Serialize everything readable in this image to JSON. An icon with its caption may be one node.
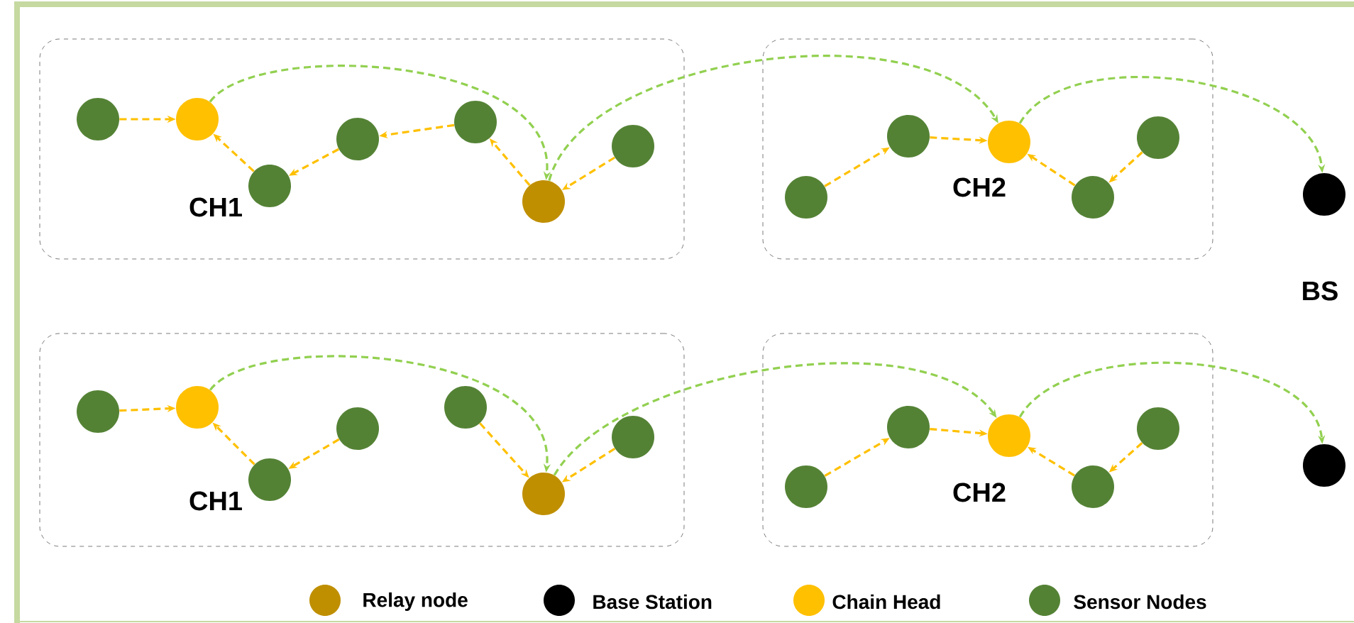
{
  "diagram": {
    "nodes": [
      {
        "text": [],
        "shape": "box"
      },
      {
        "text": [],
        "shape": "circle",
        "in": 0
      },
      {
        "text": [],
        "shape": "circle",
        "in": 0
      },
      {
        "text": [],
        "shape": "circle",
        "in": 0
      },
      {
        "text": [],
        "shape": "circle",
        "in": 0
      },
      {
        "text": [],
        "shape": "circle",
        "in": 0
      },
      {
        "text": [],
        "shape": "circle",
        "in": 0
      },
      {
        "text": [],
        "shape": "circle",
        "in": 0
      },
      {
        "text": [],
        "shape": "box"
      },
      {
        "text": [],
        "shape": "circle",
        "in": 8
      },
      {
        "text": [],
        "shape": "circle",
        "in": 8
      },
      {
        "text": [],
        "shape": "circle",
        "in": 8,
        "beside": [
          "CH2"
        ]
      },
      {
        "text": [],
        "shape": "circle",
        "in": 8
      },
      {
        "text": [],
        "shape": "circle",
        "in": 8
      },
      {
        "text": [],
        "shape": "circle",
        "beside": [
          "BS"
        ]
      },
      {
        "text": [],
        "shape": "box"
      },
      {
        "text": [],
        "shape": "circle",
        "in": 15
      },
      {
        "text": [],
        "shape": "circle",
        "in": 15
      },
      {
        "text": [],
        "shape": "circle",
        "in": 15
      },
      {
        "text": [],
        "shape": "circle",
        "in": 15
      },
      {
        "text": [],
        "shape": "circle",
        "in": 15
      },
      {
        "text": [],
        "shape": "circle",
        "in": 15
      },
      {
        "text": [],
        "shape": "circle",
        "in": 15
      },
      {
        "text": [],
        "shape": "box"
      },
      {
        "text": [],
        "shape": "circle",
        "in": 23
      },
      {
        "text": [],
        "shape": "circle",
        "in": 23
      },
      {
        "text": [],
        "shape": "circle",
        "in": 23,
        "beside": [
          "CH2"
        ]
      },
      {
        "text": [],
        "shape": "circle",
        "in": 23
      },
      {
        "text": [],
        "shape": "circle",
        "in": 23
      },
      {
        "text": [],
        "shape": "circle"
      }
    ],
    "edges": [
      {
        "from": 1,
        "to": 2,
        "arrow": "to",
        "style": "dashed"
      },
      {
        "from": 3,
        "to": 2,
        "arrow": "to",
        "style": "dashed"
      },
      {
        "from": 4,
        "to": 3,
        "arrow": "to",
        "style": "dashed"
      },
      {
        "from": 5,
        "to": 4,
        "arrow": "to",
        "style": "dashed"
      },
      {
        "from": 6,
        "to": 5,
        "arrow": "to",
        "style": "dashed"
      },
      {
        "from": 7,
        "to": 6,
        "arrow": "to",
        "style": "dashed"
      },
      {
        "from": 2,
        "to": 6,
        "arrow": "to",
        "style": "dashed",
        "color": "#92d050"
      },
      {
        "from": 6,
        "to": 11,
        "arrow": "to",
        "style": "dashed",
        "color": "#92d050"
      },
      {
        "from": 9,
        "to": 10,
        "arrow": "to",
        "style": "dashed"
      },
      {
        "from": 10,
        "to": 11,
        "arrow": "to",
        "style": "dashed"
      },
      {
        "from": 12,
        "to": 11,
        "arrow": "to",
        "style": "dashed"
      },
      {
        "from": 13,
        "to": 12,
        "arrow": "to",
        "style": "dashed"
      },
      {
        "from": 11,
        "to": 14,
        "arrow": "to",
        "style": "dashed",
        "color": "#92d050"
      },
      {
        "from": 16,
        "to": 17,
        "arrow": "to",
        "style": "dashed"
      },
      {
        "from": 18,
        "to": 17,
        "arrow": "to",
        "style": "dashed"
      },
      {
        "from": 19,
        "to": 18,
        "arrow": "to",
        "style": "dashed"
      },
      {
        "from": 20,
        "to": 21,
        "arrow": "to",
        "style": "dashed"
      },
      {
        "from": 22,
        "to": 21,
        "arrow": "to",
        "style": "dashed"
      },
      {
        "from": 17,
        "to": 21,
        "arrow": "to",
        "style": "dashed",
        "color": "#92d050"
      },
      {
        "from": 21,
        "to": 26,
        "arrow": "to",
        "style": "dashed",
        "color": "#92d050"
      },
      {
        "from": 24,
        "to": 25,
        "arrow": "to",
        "style": "dashed"
      },
      {
        "from": 25,
        "to": 26,
        "arrow": "to",
        "style": "dashed"
      },
      {
        "from": 27,
        "to": 26,
        "arrow": "to",
        "style": "dashed"
      },
      {
        "from": 28,
        "to": 27,
        "arrow": "to",
        "style": "dashed"
      },
      {
        "from": 26,
        "to": 29,
        "arrow": "to",
        "style": "dashed",
        "color": "#92d050"
      }
    ],
    "labels": [
      "CH1",
      "CH1"
    ],
    "legend": [
      {
        "text": "Relay node",
        "color": "#bf8f00"
      },
      {
        "text": "Base Station",
        "color": "#000000"
      },
      {
        "text": "Chain Head",
        "color": "#ffc000"
      },
      {
        "text": "Sensor Nodes",
        "color": "#548235"
      }
    ]
  }
}
